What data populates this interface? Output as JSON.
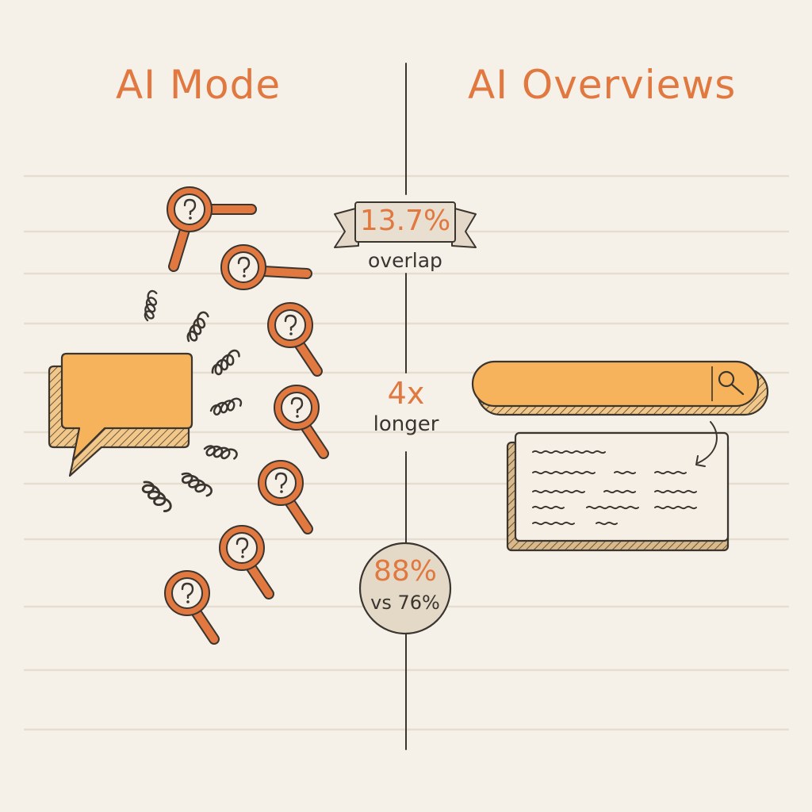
{
  "titles": {
    "left": "AI Mode",
    "right": "AI Overviews"
  },
  "stats": {
    "overlap": {
      "value": "13.7%",
      "label": "overlap"
    },
    "length": {
      "value": "4x",
      "label": "longer"
    },
    "comparison": {
      "value": "88%",
      "label": "vs 76%"
    }
  },
  "colors": {
    "paper": "#f6f1e8",
    "accent_orange": "#e0783f",
    "fill_yellow": "#f7b35c",
    "ink": "#3b3530",
    "badge_fill": "#e8dfd2"
  },
  "icons": {
    "left": [
      "speech-bubble-icon",
      "magnifier-question-icon",
      "squiggle-icon"
    ],
    "right": [
      "search-bar-icon",
      "magnifier-icon",
      "document-icon",
      "arrow-icon"
    ]
  }
}
